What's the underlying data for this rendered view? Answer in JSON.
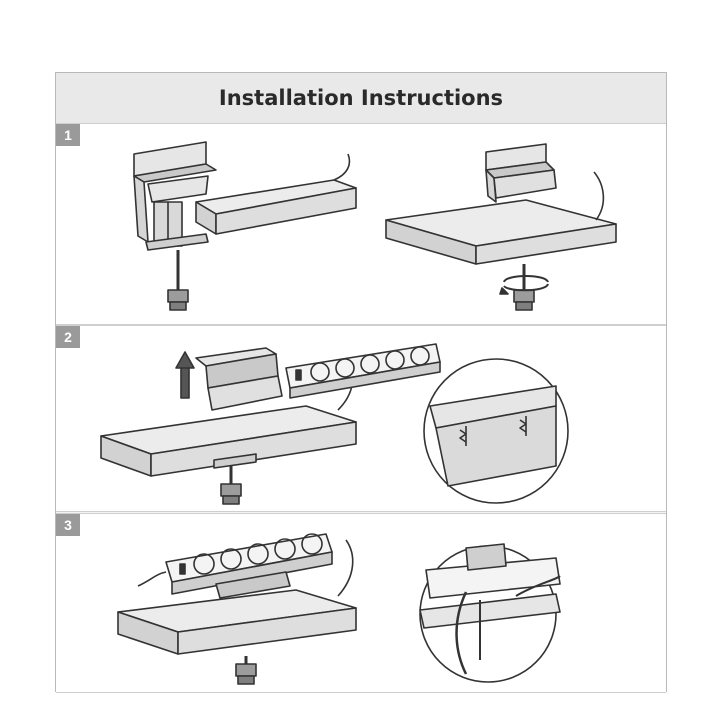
{
  "header": {
    "title": "Installation Instructions"
  },
  "steps": [
    {
      "number": "1"
    },
    {
      "number": "2"
    },
    {
      "number": "3"
    }
  ],
  "colors": {
    "frame": "#b9b9b9",
    "panel_bg": "#ffffff",
    "sheet_bg": "#f3f3f3",
    "badge": "#9a9a9a",
    "line": "#333333",
    "fill_light": "#e6e6e6",
    "fill_mid": "#c9c9c9"
  },
  "icons": [
    "desk-clamp-icon",
    "rotate-arrow-icon",
    "up-arrow-icon",
    "power-strip-icon",
    "socket-icon",
    "magnifier-circle-icon",
    "cable-icon"
  ]
}
